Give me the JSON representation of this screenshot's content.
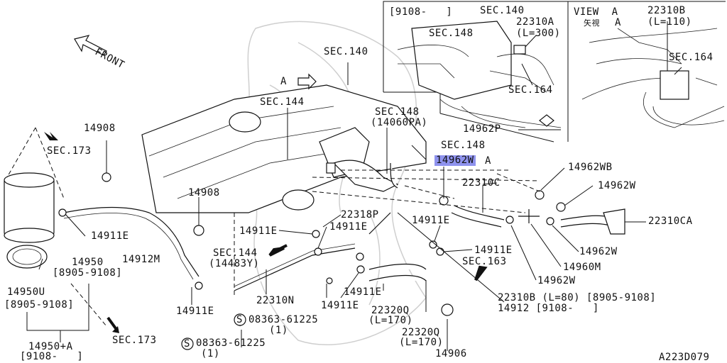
{
  "labels": {
    "front": "FRONT",
    "sec140_top": "SEC.140",
    "sec140_main": "SEC.140",
    "sec148_inset": "SEC.148",
    "bracket_9108": "[9108-   ]",
    "p22310a": "22310A",
    "l300": "(L=300)",
    "sec164_inset": "SEC.164",
    "p14962p": "14962P",
    "view_a": "VIEW  A",
    "view_a_jp_kanji": "矢視",
    "view_a_jp_letter": "A",
    "p22310b_view": "22310B",
    "l110": "(L=110)",
    "sec164_view": "SEC.164",
    "a_arrow": "A",
    "sec144": "SEC.144",
    "sec148_mid": "SEC.148",
    "p14060pa": "(14060PA)",
    "sec148_right": "SEC.148",
    "p14962wa": "14962W",
    "a_suffix": "A",
    "p14962wb": "14962WB",
    "p22310c": "22310C",
    "p14962w_a": "14962W",
    "p22310ca": "22310CA",
    "p14962w_b": "14962W",
    "p14960m": "14960M",
    "p14962w_c": "14962W",
    "sec173_top": "SEC.173",
    "p14908_a": "14908",
    "p14908_b": "14908",
    "p22318p": "22318P",
    "p14911e_a": "14911E",
    "p14911e_b": "14911E",
    "p14911e_c": "14911E",
    "p14911e_d": "14911E",
    "p14911e_e": "14911E",
    "p14911e_f": "14911E",
    "p14911e_g": "14911E",
    "p14911e_h": "14911E",
    "p14950": "14950",
    "r8905_9108_a": "[8905-9108]",
    "p14912m": "14912M",
    "sec144_lower": "SEC.144",
    "p14483y": "(14483Y)",
    "sec163": "SEC.163",
    "p14950u": "14950U",
    "r8905_9108_b": "[8905-9108]",
    "p22310n": "22310N",
    "p22310b_l80": "22310B (L=80) [8905-9108]",
    "p14912": "14912 [9108-   ]",
    "p22320q_a": "22320Q",
    "l170_a": "(L=170)",
    "p22320q_b": "22320Q",
    "l170_b": "(L=170)",
    "bolt_a": "08363-61225",
    "qty_a": "(1)",
    "bolt_b": "08363-61225",
    "qty_b": "(1)",
    "bolt_mark": "S",
    "p14950a": "14950+A",
    "r9108": "[9108-   ]",
    "sec173_bottom": "SEC.173",
    "p14906": "14906",
    "drawing_no": "A223D079"
  },
  "colors": {
    "ink": "#111111",
    "highlight": "#8f93ee",
    "watermark": "#cfcfcf"
  }
}
